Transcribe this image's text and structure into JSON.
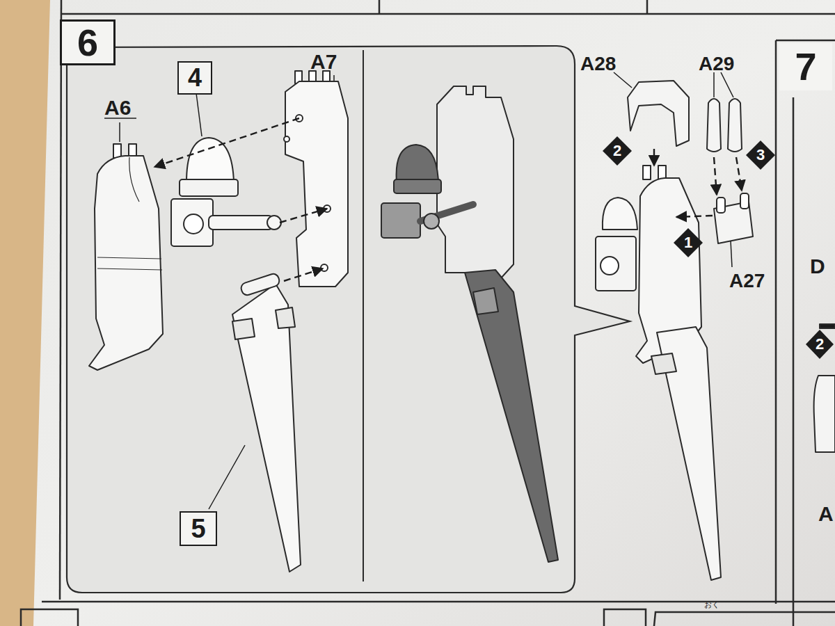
{
  "diagram": {
    "nodes": [
      {
        "text": [
          "6"
        ]
      },
      {
        "text": [
          "4"
        ]
      },
      {
        "text": [
          "5"
        ]
      },
      {
        "text": [
          "7"
        ]
      },
      {
        "text": [
          "2"
        ]
      },
      {
        "text": [
          "3"
        ]
      },
      {
        "text": [
          "1"
        ]
      },
      {
        "text": [
          "2"
        ]
      }
    ],
    "labels": [
      "A6",
      "A7",
      "A28",
      "A29",
      "A27",
      "D",
      "A",
      "おく"
    ]
  }
}
